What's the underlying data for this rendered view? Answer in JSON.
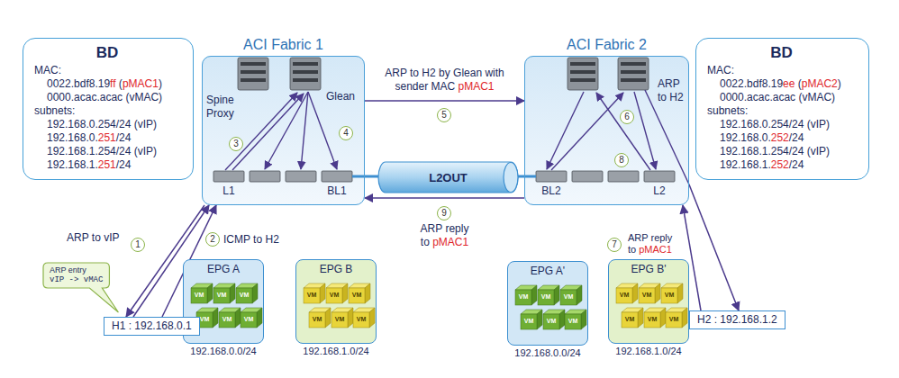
{
  "diagram": {
    "nodes": [
      {
        "text": [
          "BD",
          "MAC:",
          "0022.bdf8.19ff (pMAC1)",
          "0000.acac.acac (vMAC)",
          "subnets:",
          "192.168.0.254/24 (vIP)",
          "192.168.0.251/24",
          "192.168.1.254/24 (vIP)",
          "192.168.1.251/24"
        ]
      },
      {
        "text": [
          "ACI Fabric 1"
        ]
      },
      {
        "text": [
          "L2OUT"
        ]
      },
      {
        "text": [
          "ACI Fabric 2"
        ]
      },
      {
        "text": [
          "BD",
          "MAC:",
          "0022.bdf8.19ee (pMAC2)",
          "0000.acac.acac (vMAC)",
          "subnets:",
          "192.168.0.254/24 (vIP)",
          "192.168.0.252/24",
          "192.168.1.254/24 (vIP)",
          "192.168.1.252/24"
        ]
      },
      {
        "text": [
          "ARP entry",
          "vIP -> vMAC"
        ]
      },
      {
        "text": [
          "H1 : 192.168.0.1"
        ]
      },
      {
        "text": [
          "EPG A",
          "192.168.0.0/24"
        ]
      },
      {
        "text": [
          "VM"
        ],
        "in": 7
      },
      {
        "text": [
          "VM"
        ],
        "in": 7
      },
      {
        "text": [
          "VM"
        ],
        "in": 7
      },
      {
        "text": [
          "VM"
        ],
        "in": 7
      },
      {
        "text": [
          "VM"
        ],
        "in": 7
      },
      {
        "text": [
          "VM"
        ],
        "in": 7
      },
      {
        "text": [
          "EPG B",
          "192.168.1.0/24"
        ]
      },
      {
        "text": [
          "VM"
        ],
        "in": 14
      },
      {
        "text": [
          "VM"
        ],
        "in": 14
      },
      {
        "text": [
          "VM"
        ],
        "in": 14
      },
      {
        "text": [
          "VM"
        ],
        "in": 14
      },
      {
        "text": [
          "VM"
        ],
        "in": 14
      },
      {
        "text": [
          "VM"
        ],
        "in": 14
      },
      {
        "text": [
          "EPG A'",
          "192.168.0.0/24"
        ]
      },
      {
        "text": [
          "VM"
        ],
        "in": 21
      },
      {
        "text": [
          "VM"
        ],
        "in": 21
      },
      {
        "text": [
          "VM"
        ],
        "in": 21
      },
      {
        "text": [
          "VM"
        ],
        "in": 21
      },
      {
        "text": [
          "VM"
        ],
        "in": 21
      },
      {
        "text": [
          "VM"
        ],
        "in": 21
      },
      {
        "text": [
          "EPG B'",
          "192.168.1.0/24"
        ]
      },
      {
        "text": [
          "VM"
        ],
        "in": 28
      },
      {
        "text": [
          "VM"
        ],
        "in": 28
      },
      {
        "text": [
          "VM"
        ],
        "in": 28
      },
      {
        "text": [
          "VM"
        ],
        "in": 28
      },
      {
        "text": [
          "VM"
        ],
        "in": 28
      },
      {
        "text": [
          "VM"
        ],
        "in": 28
      },
      {
        "text": [
          "H2 : 192.168.1.2"
        ]
      }
    ],
    "edges": [
      {
        "from": 6,
        "to": 1,
        "arrow": "to"
      },
      {
        "from": 1,
        "to": 6,
        "arrow": "to"
      },
      {
        "from": 6,
        "to": 1,
        "arrow": "to"
      },
      {
        "from": 1,
        "to": 3,
        "label": "ARP to H2 by Glean with sender MAC pMAC1",
        "arrow": "to"
      },
      {
        "from": 3,
        "to": 1,
        "label": "ARP reply to pMAC1",
        "arrow": "to"
      },
      {
        "from": 1,
        "to": 2,
        "arrow": "none"
      },
      {
        "from": 2,
        "to": 3,
        "arrow": "none"
      },
      {
        "from": 3,
        "to": 35,
        "arrow": "to"
      },
      {
        "from": 35,
        "to": 3,
        "arrow": "to"
      }
    ],
    "labels": [
      "1",
      "ARP to vIP",
      "2",
      "ICMP to H2",
      "3",
      "Spine Proxy",
      "4",
      "Glean",
      "L1",
      "BL1",
      "5",
      "9",
      "ARP to H2",
      "6",
      "8",
      "BL2",
      "L2",
      "7",
      "ARP reply to pMAC1"
    ]
  }
}
